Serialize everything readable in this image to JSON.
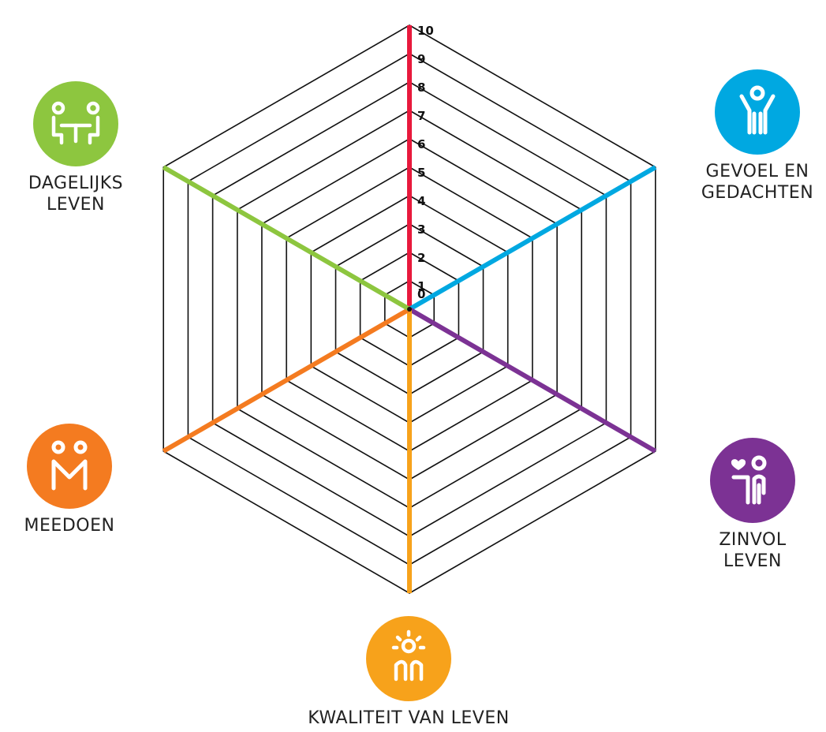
{
  "diagram": {
    "scale_min": 0,
    "scale_max": 10,
    "tick_labels": [
      "0",
      "1",
      "2",
      "3",
      "4",
      "5",
      "6",
      "7",
      "8",
      "9",
      "10"
    ],
    "grid_color": "#111111",
    "dimensions": [
      {
        "id": "gevoel",
        "label_lines": [
          "GEVOEL EN",
          "GEDACHTEN"
        ],
        "color": "#00a8e1",
        "icon": "person-arms-raised-icon"
      },
      {
        "id": "zinvol",
        "label_lines": [
          "ZINVOL",
          "LEVEN"
        ],
        "color": "#7c3294",
        "icon": "person-with-heart-icon"
      },
      {
        "id": "kwaliteit",
        "label_lines": [
          "KWALITEIT VAN LEVEN"
        ],
        "color": "#f7a21b",
        "icon": "person-with-sun-icon"
      },
      {
        "id": "meedoen",
        "label_lines": [
          "MEEDOEN"
        ],
        "color": "#f47b20",
        "icon": "two-people-icon"
      },
      {
        "id": "dagelijks",
        "label_lines": [
          "DAGELIJKS",
          "LEVEN"
        ],
        "color": "#8dc63f",
        "icon": "people-at-table-icon"
      }
    ],
    "vertical_axis_color": "#e8193c"
  }
}
